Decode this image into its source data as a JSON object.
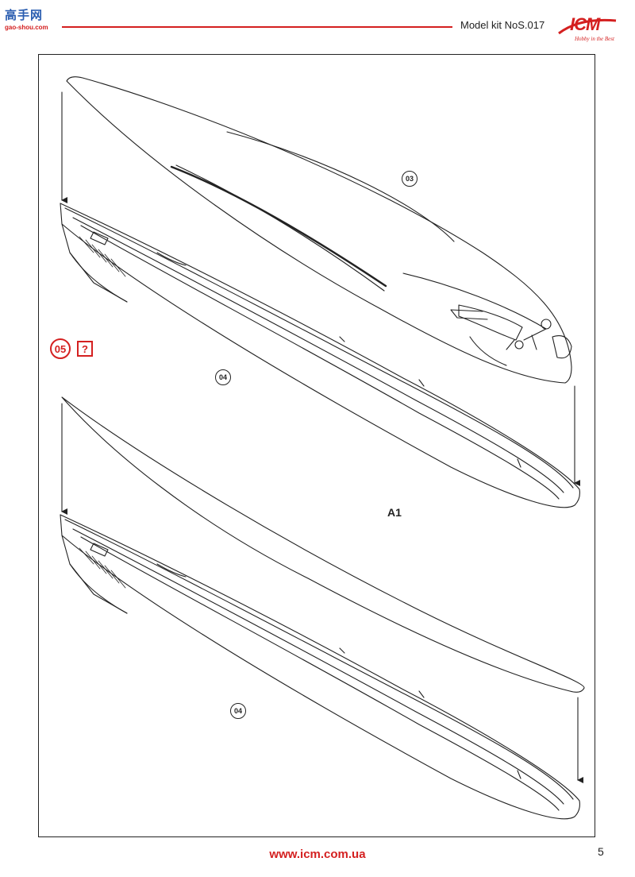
{
  "header": {
    "site_logo_cn": "高手网",
    "site_logo_domain": "gao-shou.com",
    "kit_label": "Model kit NoS.017",
    "brand": "ICM",
    "brand_tagline": "Hobby in the Best"
  },
  "step": {
    "number": "05",
    "help_symbol": "?"
  },
  "parts": {
    "deck": "03",
    "hull_upper": "04",
    "hull_lower": "04",
    "sprue_label": "A1"
  },
  "colors": {
    "accent": "#d42020",
    "line": "#222222"
  },
  "footer": {
    "url": "www.icm.com.ua",
    "page_number": "5"
  }
}
